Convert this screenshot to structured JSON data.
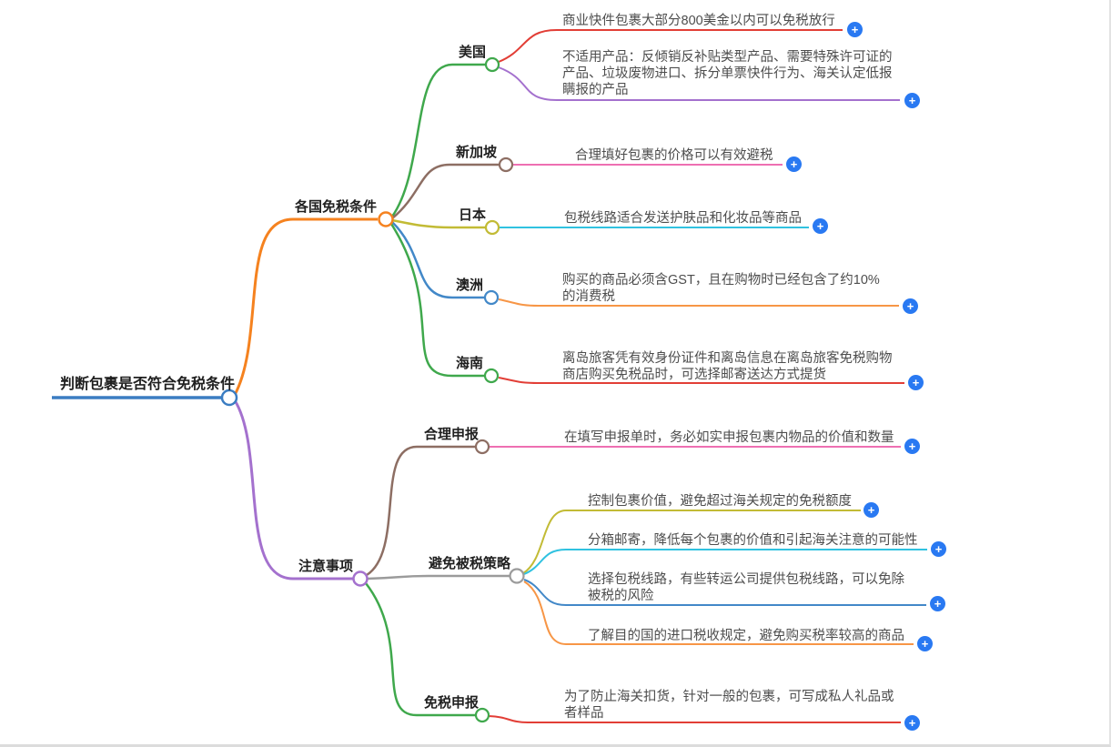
{
  "colors": {
    "root_blue": "#3b7dc2",
    "orange": "#f5821f",
    "purple": "#a471ce",
    "green": "#3fa84c",
    "brown": "#8d6e63",
    "olive": "#c2bb35",
    "blue": "#4288c8",
    "gray": "#9b9b9b",
    "red": "#e23e36",
    "pink": "#ee6fb2",
    "cyan": "#30c2e0",
    "light_orange": "#f79646",
    "plus_button": "#2979f2",
    "topic_text": "#1f1f1f",
    "detail_text": "#4d4d4d",
    "background": "#ffffff",
    "node_fill": "#ffffff"
  },
  "ui": {
    "plus_glyph": "+"
  },
  "mindmap": {
    "root": {
      "label": "判断包裹是否符合免税条件"
    },
    "branch_countries": {
      "label": "各国免税条件",
      "children": {
        "usa": {
          "label": "美国",
          "point_allow": "商业快件包裹大部分800美金以内可以免税放行",
          "point_exclude": "不适用产品：反倾销反补贴类型产品、需要特殊许可证的产品、垃圾废物进口、拆分单票快件行为、海关认定低报瞒报的产品"
        },
        "singapore": {
          "label": "新加坡",
          "point": "合理填好包裹的价格可以有效避税"
        },
        "japan": {
          "label": "日本",
          "point": "包税线路适合发送护肤品和化妆品等商品"
        },
        "australia": {
          "label": "澳洲",
          "point": "购买的商品必须含GST，且在购物时已经包含了约10%的消费税"
        },
        "hainan": {
          "label": "海南",
          "point": "离岛旅客凭有效身份证件和离岛信息在离岛旅客免税购物商店购买免税品时，可选择邮寄送达方式提货"
        }
      }
    },
    "branch_notes": {
      "label": "注意事项",
      "children": {
        "declare": {
          "label": "合理申报",
          "point": "在填写申报单时，务必如实申报包裹内物品的价值和数量"
        },
        "avoid": {
          "label": "避免被税策略",
          "point_value": "控制包裹价值，避免超过海关规定的免税额度",
          "point_split": "分箱邮寄，降低每个包裹的价值和引起海关注意的可能性",
          "point_route": "选择包税线路，有些转运公司提供包税线路，可以免除被税的风险",
          "point_research": "了解目的国的进口税收规定，避免购买税率较高的商品"
        },
        "taxfree": {
          "label": "免税申报",
          "point": "为了防止海关扣货，针对一般的包裹，可写成私人礼品或者样品"
        }
      }
    }
  }
}
